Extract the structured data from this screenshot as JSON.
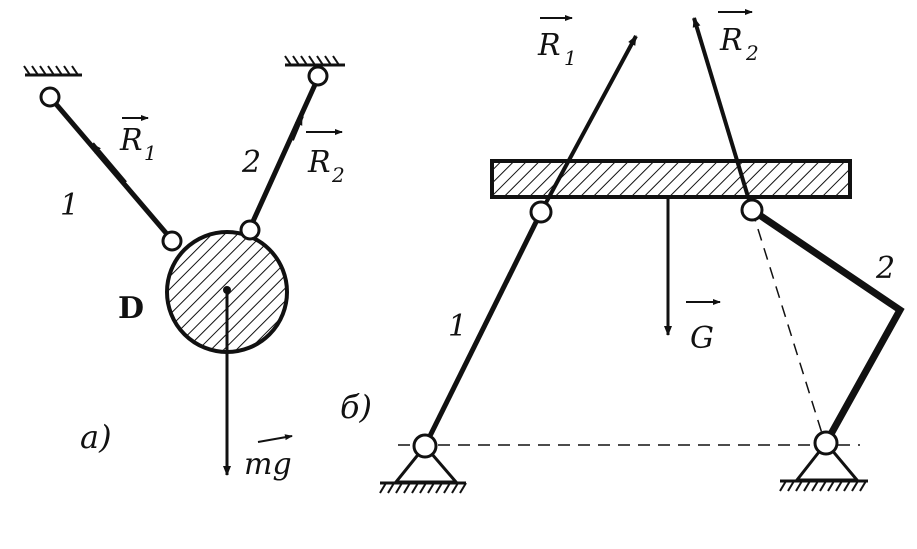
{
  "colors": {
    "ink": "#111111",
    "paper": "#ffffff"
  },
  "panel_a": {
    "caption": "а)",
    "rod_1_label": "1",
    "rod_2_label": "2",
    "body_label": "D",
    "force_R1": {
      "base": "R",
      "sub": "1"
    },
    "force_R2": {
      "base": "R",
      "sub": "2"
    },
    "force_gravity": "mg"
  },
  "panel_b": {
    "caption": "б)",
    "rod_1_label": "1",
    "rod_2_label": "2",
    "force_R1": {
      "base": "R",
      "sub": "1"
    },
    "force_R2": {
      "base": "R",
      "sub": "2"
    },
    "force_G": "G"
  }
}
